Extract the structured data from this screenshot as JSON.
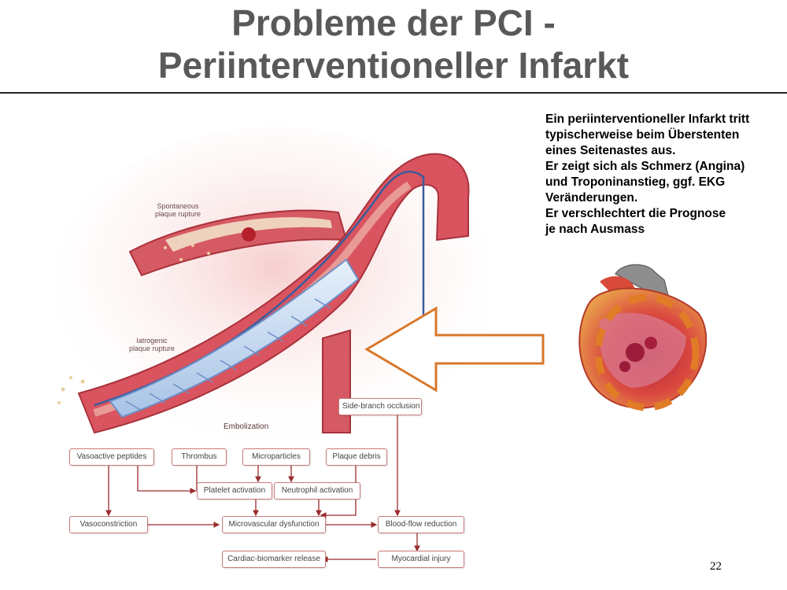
{
  "slide": {
    "title_line1": "Probleme der PCI -",
    "title_line2": "Periinterventioneller Infarkt",
    "page_number": "22"
  },
  "description": {
    "lines": [
      "Ein periinterventioneller Infarkt tritt",
      "typischerweise beim Überstenten",
      "eines Seitenastes aus.",
      "Er zeigt sich als Schmerz (Angina)",
      "und Troponinanstieg, ggf. EKG",
      "Veränderungen.",
      "Er verschlechtert die Prognose",
      "je nach Ausmass"
    ]
  },
  "illustration": {
    "spontaneous_line1": "Spontaneous",
    "spontaneous_line2": "plaque rupture",
    "iatrogenic_line1": "Iatrogenic",
    "iatrogenic_line2": "plaque rupture",
    "embolization": "Embolization"
  },
  "flowchart": {
    "side_branch": "Side-branch occlusion",
    "vasoactive": "Vasoactive peptides",
    "thrombus": "Thrombus",
    "microparticles": "Microparticles",
    "plaque_debris": "Plaque debris",
    "platelet": "Platelet activation",
    "neutrophil": "Neutrophil activation",
    "vasoconstriction": "Vasoconstriction",
    "microvascular": "Microvascular dysfunction",
    "bloodflow": "Blood-flow reduction",
    "biomarker": "Cardiac-biomarker release",
    "myocardial": "Myocardial injury"
  },
  "colors": {
    "title": "#595959",
    "arrow": "#d9782b",
    "vessel": "#c9424a",
    "flow_line": "#9b2c2c"
  }
}
